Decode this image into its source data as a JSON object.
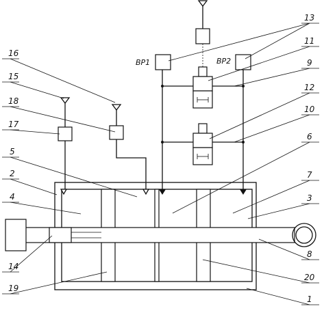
{
  "labels": {
    "n1": "1",
    "n2": "2",
    "n3": "3",
    "n4": "4",
    "n5": "5",
    "n6": "6",
    "n7": "7",
    "n8": "8",
    "n9": "9",
    "n10": "10",
    "n11": "11",
    "n12": "12",
    "n13": "13",
    "n14": "14",
    "n15": "15",
    "n16": "16",
    "n17": "17",
    "n18": "18",
    "n19": "19",
    "n20": "20"
  },
  "sensors": {
    "bp1": "BP1",
    "bp2": "BP2"
  }
}
